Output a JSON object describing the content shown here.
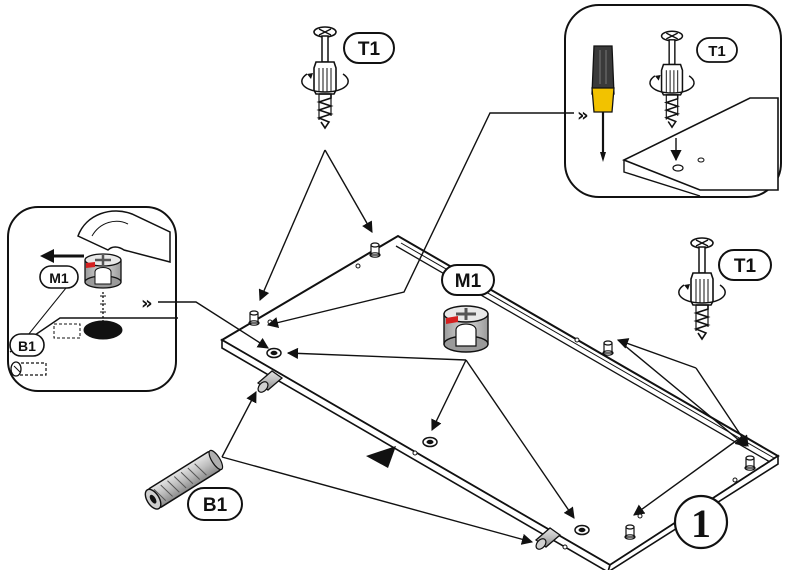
{
  "step": {
    "number": "1"
  },
  "parts": {
    "cam_screw": {
      "code": "T1"
    },
    "cam_lock": {
      "code": "M1"
    },
    "dowel": {
      "code": "B1"
    }
  },
  "callouts": {
    "pointer_glyph": "»"
  },
  "icons": {
    "screw": "cam-screw-icon",
    "cam": "cam-lock-icon",
    "dowel": "wooden-dowel-icon",
    "screwdriver": "screwdriver-icon",
    "hand": "finger-icon"
  },
  "colors": {
    "line": "#111111",
    "screwdriver_handle": "#f2c200",
    "cam_body": "#c8c8c8",
    "cam_red": "#d42020"
  }
}
